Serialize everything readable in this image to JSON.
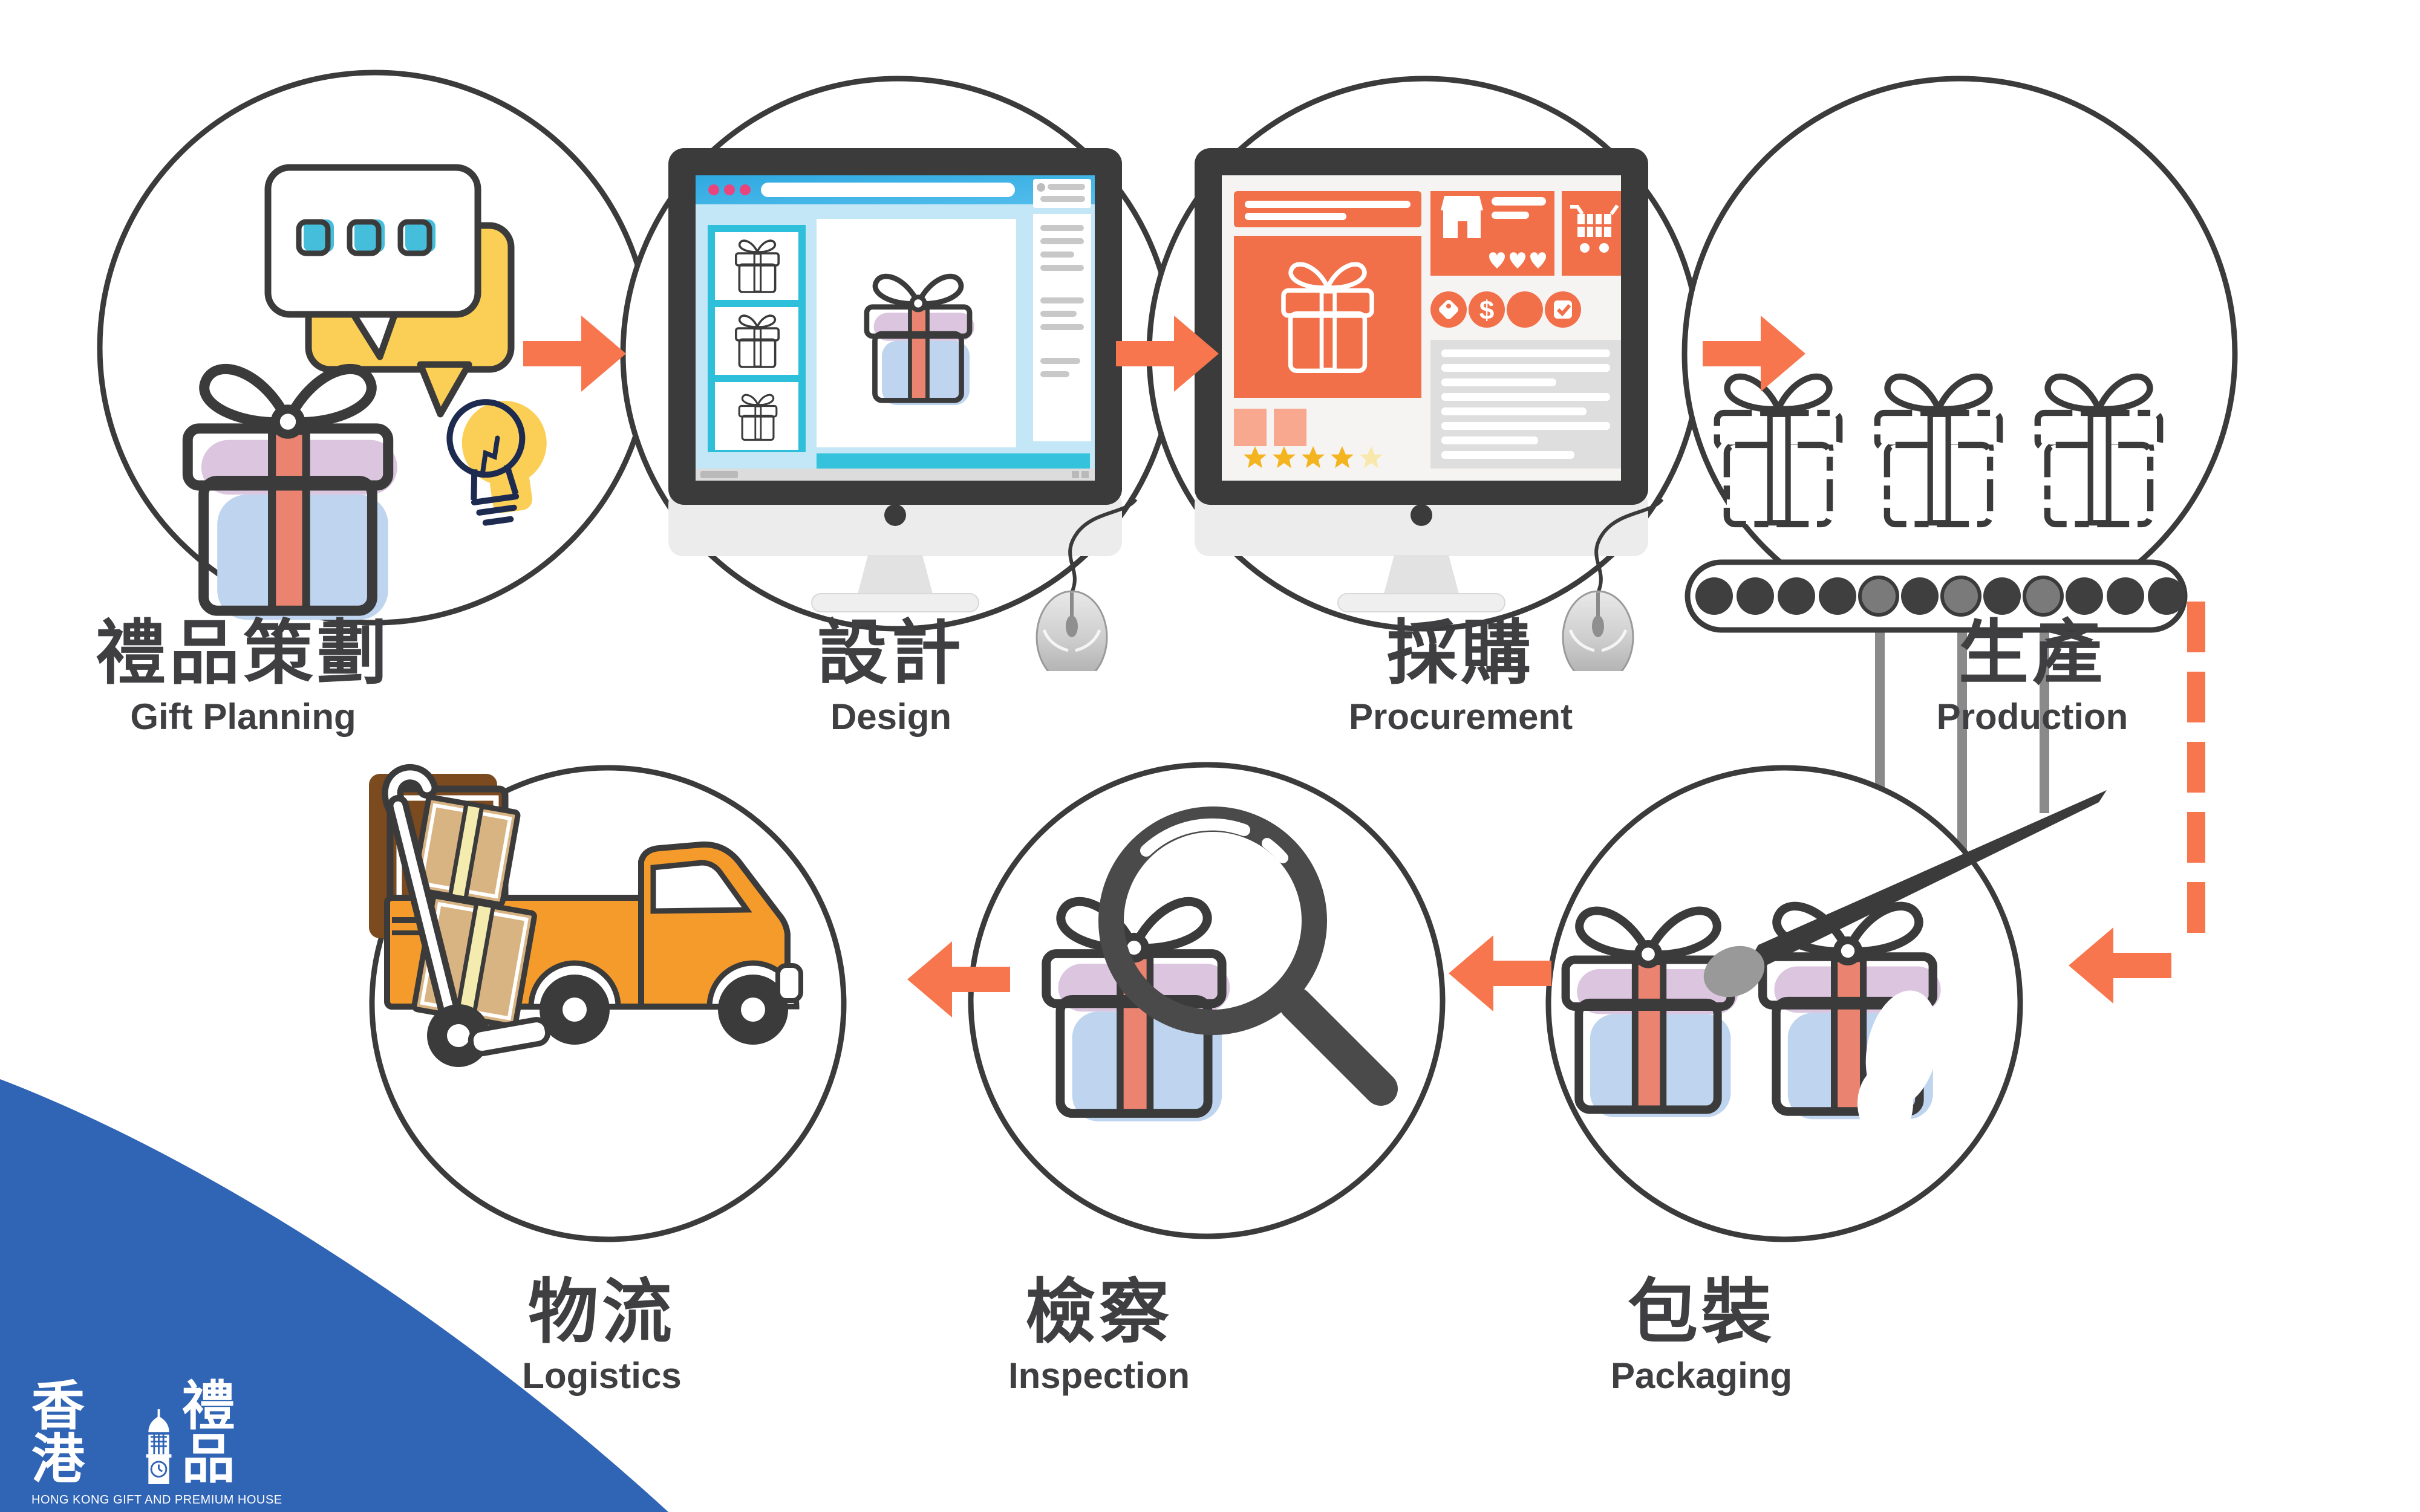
{
  "steps": [
    {
      "zh": "禮品策劃",
      "en": "Gift Planning"
    },
    {
      "zh": "設計",
      "en": "Design"
    },
    {
      "zh": "採購",
      "en": "Procurement"
    },
    {
      "zh": "生產",
      "en": "Production"
    },
    {
      "zh": "包裝",
      "en": "Packaging"
    },
    {
      "zh": "檢察",
      "en": "Inspection"
    },
    {
      "zh": "物流",
      "en": "Logistics"
    }
  ],
  "logo": {
    "zh_prefix": "香港",
    "zh_suffix": "禮品",
    "tagline": "HONG KONG GIFT AND PREMIUM HOUSE"
  },
  "colors": {
    "accent_orange": "#F8764D",
    "outline_dark": "#3B3B3B",
    "brand_blue": "#3064B5",
    "gift_lid_pink": "#DCC5DF",
    "gift_body_blue": "#BED4EF",
    "gift_ribbon_salmon": "#EA8470",
    "bubble_yellow": "#FBCE55",
    "chat_dot_teal": "#45BEDC",
    "truck_orange": "#F59B2B",
    "cargo_brown": "#7B4A1E",
    "box_tan": "#D9B483",
    "screen_blue": "#2FA9E1",
    "panel_orange": "#F1704A",
    "star_gold": "#F3B420"
  }
}
